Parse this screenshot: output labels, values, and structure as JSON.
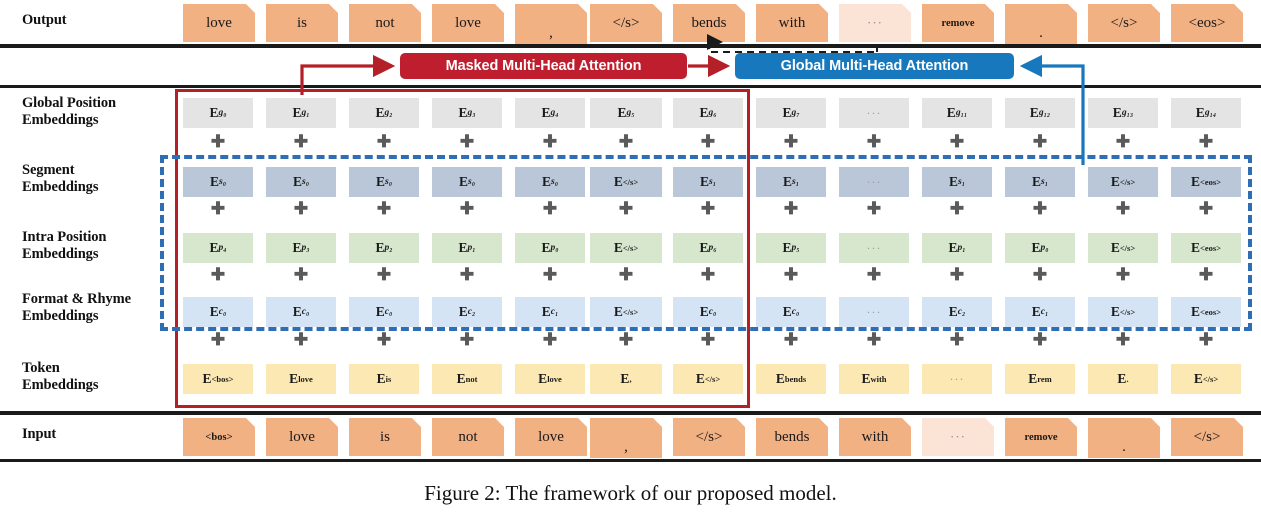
{
  "figure": {
    "caption": "Figure 2: The framework of our proposed model."
  },
  "colors": {
    "token_chip": "#f2b183",
    "token_chip_faded": "#fbe4d6",
    "masked_attention": "#be1e2d",
    "global_attention": "#1878be",
    "global_position_cell": "#e4e4e4",
    "segment_cell": "#b9c7d8",
    "intra_position_cell": "#d6e7cd",
    "format_rhyme_cell": "#d4e4f4",
    "token_cell": "#fce8b2",
    "red_frame": "#b32028",
    "blue_dashed_frame": "#2f6db5",
    "plus_sign": "#5a5a5a"
  },
  "row_labels": {
    "output": "Output",
    "global_position": [
      "Global Position",
      "Embeddings"
    ],
    "segment": [
      "Segment",
      "Embeddings"
    ],
    "intra_position": [
      "Intra Position",
      "Embeddings"
    ],
    "format_rhyme": [
      "Format & Rhyme",
      "Embeddings"
    ],
    "token": [
      "Token",
      "Embeddings"
    ],
    "input": "Input"
  },
  "attention": {
    "masked_label": "Masked Multi-Head Attention",
    "global_label": "Global Multi-Head Attention"
  },
  "output_tokens": [
    {
      "text": "love",
      "style": "normal"
    },
    {
      "text": "is",
      "style": "normal"
    },
    {
      "text": "not",
      "style": "normal"
    },
    {
      "text": "love",
      "style": "normal"
    },
    {
      "text": ",",
      "style": "comma"
    },
    {
      "text": "</s>",
      "style": "normal"
    },
    {
      "text": "bends",
      "style": "normal"
    },
    {
      "text": "with",
      "style": "normal"
    },
    {
      "text": "···",
      "style": "dots"
    },
    {
      "text": "remove",
      "style": "small"
    },
    {
      "text": ".",
      "style": "comma"
    },
    {
      "text": "</s>",
      "style": "normal"
    },
    {
      "text": "<eos>",
      "style": "normal"
    }
  ],
  "input_tokens": [
    {
      "text": "<bos>",
      "style": "small"
    },
    {
      "text": "love",
      "style": "normal"
    },
    {
      "text": "is",
      "style": "normal"
    },
    {
      "text": "not",
      "style": "normal"
    },
    {
      "text": "love",
      "style": "normal"
    },
    {
      "text": ",",
      "style": "comma"
    },
    {
      "text": "</s>",
      "style": "normal"
    },
    {
      "text": "bends",
      "style": "normal"
    },
    {
      "text": "with",
      "style": "normal"
    },
    {
      "text": "···",
      "style": "dots"
    },
    {
      "text": "remove",
      "style": "small"
    },
    {
      "text": ".",
      "style": "comma"
    },
    {
      "text": "</s>",
      "style": "normal"
    }
  ],
  "rows": {
    "global_position": [
      {
        "base": "E",
        "sub": "g₀",
        "kind": "sub"
      },
      {
        "base": "E",
        "sub": "g₁",
        "kind": "sub"
      },
      {
        "base": "E",
        "sub": "g₂",
        "kind": "sub"
      },
      {
        "base": "E",
        "sub": "g₃",
        "kind": "sub"
      },
      {
        "base": "E",
        "sub": "g₄",
        "kind": "sub"
      },
      {
        "base": "E",
        "sub": "g₅",
        "kind": "sub"
      },
      {
        "base": "E",
        "sub": "g₆",
        "kind": "sub"
      },
      {
        "base": "E",
        "sub": "g₇",
        "kind": "sub"
      },
      {
        "base": "···",
        "sub": "",
        "kind": "dots"
      },
      {
        "base": "E",
        "sub": "g₁₁",
        "kind": "sub"
      },
      {
        "base": "E",
        "sub": "g₁₂",
        "kind": "sub"
      },
      {
        "base": "E",
        "sub": "g₁₃",
        "kind": "sub"
      },
      {
        "base": "E",
        "sub": "g₁₄",
        "kind": "sub"
      }
    ],
    "segment": [
      {
        "base": "E",
        "sub": "s₀",
        "kind": "sub"
      },
      {
        "base": "E",
        "sub": "s₀",
        "kind": "sub"
      },
      {
        "base": "E",
        "sub": "s₀",
        "kind": "sub"
      },
      {
        "base": "E",
        "sub": "s₀",
        "kind": "sub"
      },
      {
        "base": "E",
        "sub": "s₀",
        "kind": "sub"
      },
      {
        "base": "E",
        "sub": "</s>",
        "kind": "tag"
      },
      {
        "base": "E",
        "sub": "s₁",
        "kind": "sub"
      },
      {
        "base": "E",
        "sub": "s₁",
        "kind": "sub"
      },
      {
        "base": "···",
        "sub": "",
        "kind": "dots"
      },
      {
        "base": "E",
        "sub": "s₁",
        "kind": "sub"
      },
      {
        "base": "E",
        "sub": "s₁",
        "kind": "sub"
      },
      {
        "base": "E",
        "sub": "</s>",
        "kind": "tag"
      },
      {
        "base": "E",
        "sub": "<eos>",
        "kind": "tag"
      }
    ],
    "intra_position": [
      {
        "base": "E",
        "sub": "p₄",
        "kind": "sub"
      },
      {
        "base": "E",
        "sub": "p₃",
        "kind": "sub"
      },
      {
        "base": "E",
        "sub": "p₂",
        "kind": "sub"
      },
      {
        "base": "E",
        "sub": "p₁",
        "kind": "sub"
      },
      {
        "base": "E",
        "sub": "p₀",
        "kind": "sub"
      },
      {
        "base": "E",
        "sub": "</s>",
        "kind": "tag"
      },
      {
        "base": "E",
        "sub": "p₆",
        "kind": "sub"
      },
      {
        "base": "E",
        "sub": "p₅",
        "kind": "sub"
      },
      {
        "base": "···",
        "sub": "",
        "kind": "dots"
      },
      {
        "base": "E",
        "sub": "p₁",
        "kind": "sub"
      },
      {
        "base": "E",
        "sub": "p₀",
        "kind": "sub"
      },
      {
        "base": "E",
        "sub": "</s>",
        "kind": "tag"
      },
      {
        "base": "E",
        "sub": "<eos>",
        "kind": "tag"
      }
    ],
    "format_rhyme": [
      {
        "base": "E",
        "sub": "c₀",
        "kind": "sub"
      },
      {
        "base": "E",
        "sub": "c₀",
        "kind": "sub"
      },
      {
        "base": "E",
        "sub": "c₀",
        "kind": "sub"
      },
      {
        "base": "E",
        "sub": "c₂",
        "kind": "sub"
      },
      {
        "base": "E",
        "sub": "c₁",
        "kind": "sub"
      },
      {
        "base": "E",
        "sub": "</s>",
        "kind": "tag"
      },
      {
        "base": "E",
        "sub": "c₀",
        "kind": "sub"
      },
      {
        "base": "E",
        "sub": "c₀",
        "kind": "sub"
      },
      {
        "base": "···",
        "sub": "",
        "kind": "dots"
      },
      {
        "base": "E",
        "sub": "c₂",
        "kind": "sub"
      },
      {
        "base": "E",
        "sub": "c₁",
        "kind": "sub"
      },
      {
        "base": "E",
        "sub": "</s>",
        "kind": "tag"
      },
      {
        "base": "E",
        "sub": "<eos>",
        "kind": "tag"
      }
    ],
    "token": [
      {
        "base": "E",
        "sub": "<bos>",
        "kind": "tag"
      },
      {
        "base": "E",
        "sub": "love",
        "kind": "word"
      },
      {
        "base": "E",
        "sub": "is",
        "kind": "word"
      },
      {
        "base": "E",
        "sub": "not",
        "kind": "word"
      },
      {
        "base": "E",
        "sub": "love",
        "kind": "word"
      },
      {
        "base": "E",
        "sub": ",",
        "kind": "word"
      },
      {
        "base": "E",
        "sub": "</s>",
        "kind": "tag"
      },
      {
        "base": "E",
        "sub": "bends",
        "kind": "word"
      },
      {
        "base": "E",
        "sub": "with",
        "kind": "word"
      },
      {
        "base": "···",
        "sub": "",
        "kind": "dots"
      },
      {
        "base": "E",
        "sub": "rem",
        "kind": "word"
      },
      {
        "base": "E",
        "sub": ".",
        "kind": "word"
      },
      {
        "base": "E",
        "sub": "</s>",
        "kind": "tag"
      }
    ]
  }
}
